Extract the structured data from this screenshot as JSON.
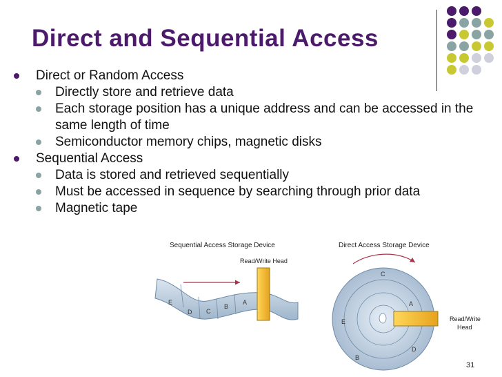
{
  "slide": {
    "title": "Direct and Sequential Access",
    "page_number": "31"
  },
  "bullets": [
    {
      "text": "Direct or Random Access",
      "children": [
        "Directly store and retrieve data",
        "Each storage position has a unique address and can be accessed in the same length of time",
        "Semiconductor memory chips, magnetic disks"
      ]
    },
    {
      "text": "Sequential Access",
      "children": [
        "Data is stored and retrieved sequentially",
        "Must be accessed in sequence by searching through prior data",
        "Magnetic tape"
      ]
    }
  ],
  "sequential_figure": {
    "title": "Sequential Access Storage Device",
    "head_label": "Read/Write Head",
    "records": [
      "E",
      "D",
      "C",
      "B",
      "A"
    ]
  },
  "direct_figure": {
    "title": "Direct Access Storage Device",
    "head_label_1": "Read/Write",
    "head_label_2": "Head",
    "sectors": [
      "C",
      "A",
      "E",
      "D",
      "B"
    ]
  },
  "colors": {
    "purple": "#4b1a6b",
    "olive": "#c8c832",
    "teal": "#8aa4a4",
    "light_gray": "#d0d0dc",
    "head_orange": "#f2b82e",
    "disk_blue": "#b9c9db"
  }
}
